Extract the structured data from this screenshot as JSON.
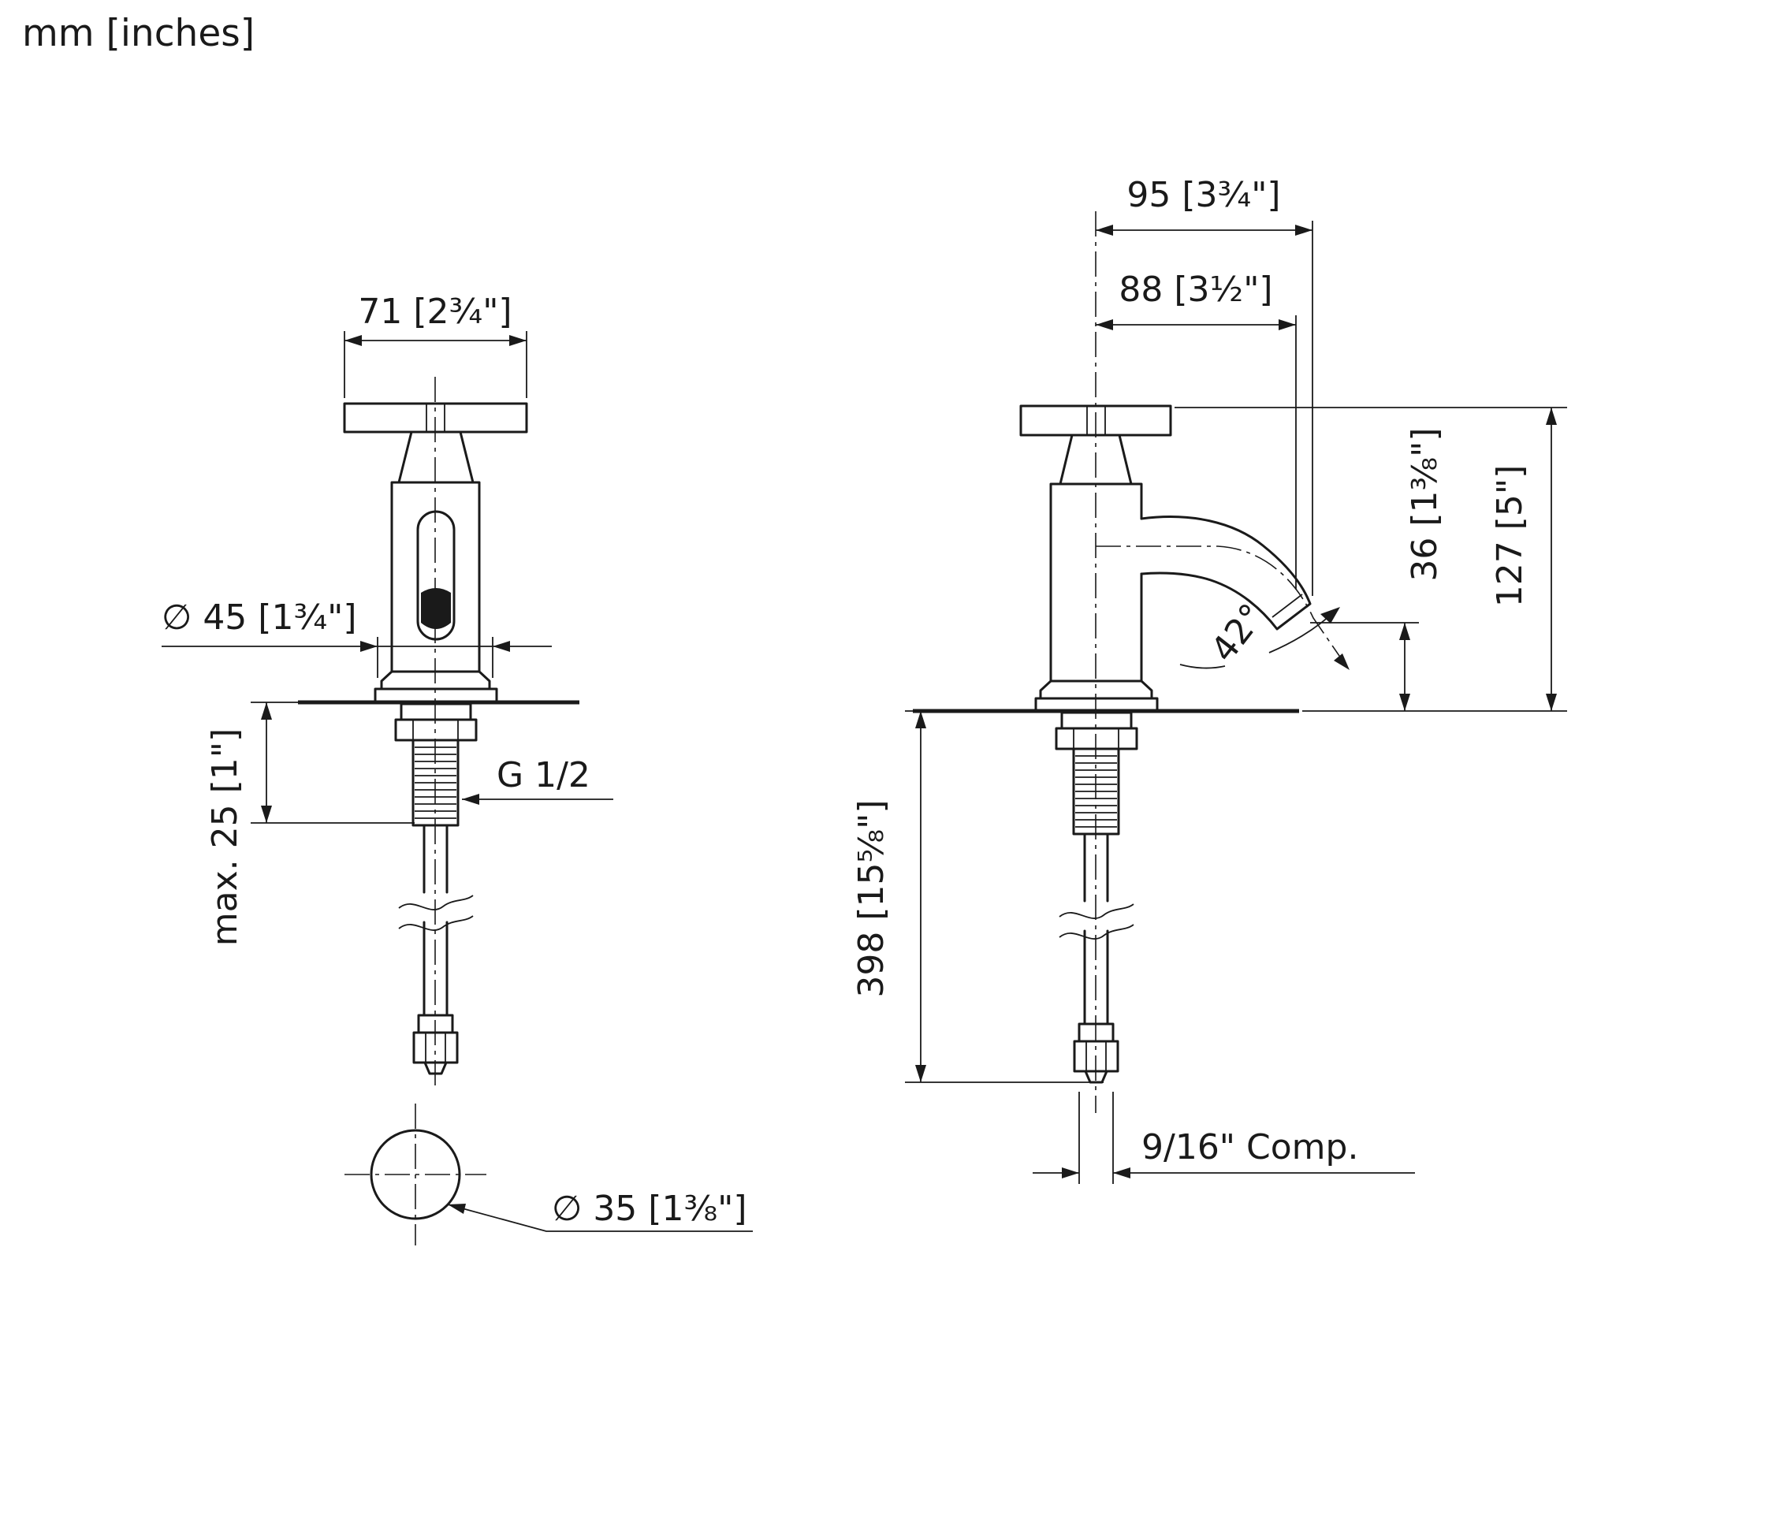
{
  "units_label": "mm [inches]",
  "front_view": {
    "handle_width": "71 [2¾\"]",
    "base_diameter": "∅ 45 [1¾\"]",
    "max_mounting_depth": "max. 25 [1\"]",
    "thread_size": "G 1/2",
    "hole_diameter": "∅ 35 [1⅜\"]"
  },
  "side_view": {
    "projection_total": "95 [3¾\"]",
    "projection_spout": "88 [3½\"]",
    "spout_height": "36 [1⅜\"]",
    "total_height": "127 [5\"]",
    "spout_angle": "42°",
    "supply_length": "398 [15⅝\"]",
    "compression_size": "9/16\" Comp."
  },
  "colors": {
    "line": "#1a1a1a",
    "background": "#ffffff"
  }
}
